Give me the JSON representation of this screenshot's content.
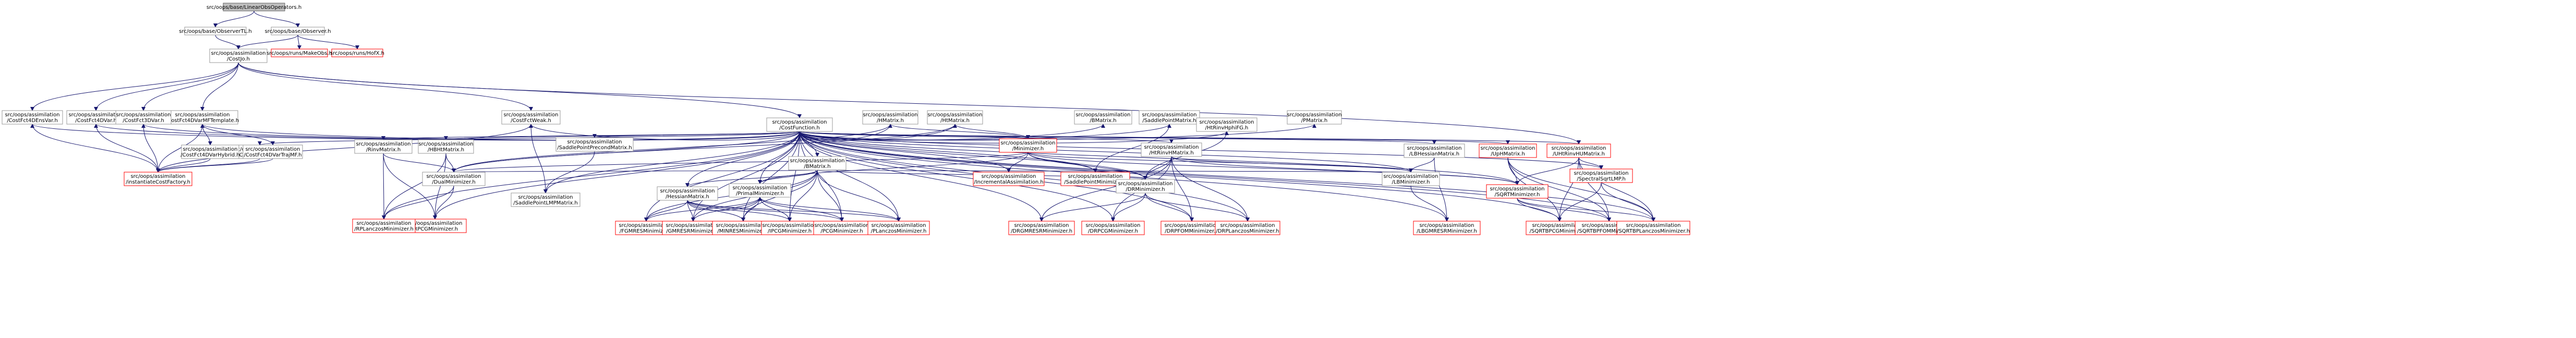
{
  "graph": {
    "colors": {
      "edge": "#191970",
      "node_border": "#999999",
      "node_border_red": "#ff0000",
      "root_fill": "#bfbfbf"
    },
    "nodes": [
      {
        "id": "root",
        "lines": [
          "src/oops/base/LinearObsOperators.h"
        ],
        "style": "root"
      },
      {
        "id": "obsTL",
        "lines": [
          "src/oops/base/ObserverTL.h"
        ],
        "style": "normal"
      },
      {
        "id": "obs",
        "lines": [
          "src/oops/base/Observer.h"
        ],
        "style": "normal"
      },
      {
        "id": "costjo",
        "lines": [
          "src/oops/assimilation",
          "/CostJo.h"
        ],
        "style": "normal"
      },
      {
        "id": "makeobs",
        "lines": [
          "src/oops/runs/MakeObs.h"
        ],
        "style": "red"
      },
      {
        "id": "hofx",
        "lines": [
          "src/oops/runs/HofX.h"
        ],
        "style": "red"
      },
      {
        "id": "costfn",
        "lines": [
          "src/oops/assimilation",
          "/CostFunction.h"
        ],
        "style": "normal"
      },
      {
        "id": "c4dens",
        "lines": [
          "src/oops/assimilation",
          "/CostFct4DEnsVar.h"
        ],
        "style": "normal"
      },
      {
        "id": "c4dvar",
        "lines": [
          "src/oops/assimilation",
          "/CostFct4DVar.h"
        ],
        "style": "normal"
      },
      {
        "id": "c4dvarmf",
        "lines": [
          "src/oops/assimilation",
          "/CostFct4DVarMFTemplate.h"
        ],
        "style": "normal"
      },
      {
        "id": "cfact",
        "lines": [
          "src/oops/assimilation",
          "/CostFctFactory.h"
        ],
        "style": "normal"
      },
      {
        "id": "c3dvar",
        "lines": [
          "src/oops/assimilation",
          "/CostFct3DVar.h"
        ],
        "style": "normal"
      },
      {
        "id": "cfctweak",
        "lines": [
          "src/oops/assimilation",
          "/CostFctWeak.h"
        ],
        "style": "normal"
      },
      {
        "id": "c4dvarhy",
        "lines": [
          "src/oops/assimilation",
          "/CostFct4DVarHybrid.h"
        ],
        "style": "normal"
      },
      {
        "id": "c4dvartraj",
        "lines": [
          "src/oops/assimilation",
          "/CostFct4DVarTrajMF.h"
        ],
        "style": "normal"
      },
      {
        "id": "instcf",
        "lines": [
          "src/oops/assimilation",
          "/instantiateCostFactory.h"
        ],
        "style": "red"
      },
      {
        "id": "rinvmat",
        "lines": [
          "src/oops/assimilation",
          "/RinvMatrix.h"
        ],
        "style": "normal"
      },
      {
        "id": "hbhmat",
        "lines": [
          "src/oops/assimilation",
          "/HBHtMatrix.h"
        ],
        "style": "normal"
      },
      {
        "id": "dualmin",
        "lines": [
          "src/oops/assimilation",
          "/DualMinimizer.h"
        ],
        "style": "normal"
      },
      {
        "id": "rpcg",
        "lines": [
          "src/oops/assimilation",
          "/RPCGMinimizer.h"
        ],
        "style": "red"
      },
      {
        "id": "rplanczos",
        "lines": [
          "src/oops/assimilation",
          "/RPLanczosMinimizer.h"
        ],
        "style": "red"
      },
      {
        "id": "sppmf",
        "lines": [
          "src/oops/assimilation",
          "/SaddlePointPrecondMatrix.h"
        ],
        "style": "normal"
      },
      {
        "id": "spmin",
        "lines": [
          "src/oops/assimilation",
          "/SaddlePointLMPMatrix.h"
        ],
        "style": "normal"
      },
      {
        "id": "hmat",
        "lines": [
          "src/oops/assimilation",
          "/HMatrix.h"
        ],
        "style": "normal"
      },
      {
        "id": "htmat",
        "lines": [
          "src/oops/assimilation",
          "/HtMatrix.h"
        ],
        "style": "normal"
      },
      {
        "id": "bmat",
        "lines": [
          "src/oops/assimilation",
          "/BMatrix.h"
        ],
        "style": "normal"
      },
      {
        "id": "hessmat",
        "lines": [
          "src/oops/assimilation",
          "/HessianMatrix.h"
        ],
        "style": "normal"
      },
      {
        "id": "primalmin",
        "lines": [
          "src/oops/assimilation",
          "/PrimalMinimizer.h"
        ],
        "style": "normal"
      },
      {
        "id": "fgmres",
        "lines": [
          "src/oops/assimilation",
          "/FGMRESMinimizer.h"
        ],
        "style": "red"
      },
      {
        "id": "gmresr",
        "lines": [
          "src/oops/assimilation",
          "/GMRESRMinimizer.h"
        ],
        "style": "red"
      },
      {
        "id": "minres",
        "lines": [
          "src/oops/assimilation",
          "/MINRESMinimizer.h"
        ],
        "style": "red"
      },
      {
        "id": "ipcg",
        "lines": [
          "src/oops/assimilation",
          "/IPCGMinimizer.h"
        ],
        "style": "red"
      },
      {
        "id": "pcg",
        "lines": [
          "src/oops/assimilation",
          "/PCGMinimizer.h"
        ],
        "style": "red"
      },
      {
        "id": "planczos",
        "lines": [
          "src/oops/assimilation",
          "/PLanczosMinimizer.h"
        ],
        "style": "red"
      },
      {
        "id": "minimizer",
        "lines": [
          "src/oops/assimilation",
          "/Minimizer.h"
        ],
        "style": "red"
      },
      {
        "id": "bmat2",
        "lines": [
          "src/oops/assimilation",
          "/BMatrix.h"
        ],
        "style": "normal"
      },
      {
        "id": "incass",
        "lines": [
          "src/oops/assimilation",
          "/IncrementalAssimilation.h"
        ],
        "style": "red"
      },
      {
        "id": "spointmin",
        "lines": [
          "src/oops/assimilation",
          "/SaddlePointMinimizer.h"
        ],
        "style": "red"
      },
      {
        "id": "spmat",
        "lines": [
          "src/oops/assimilation",
          "/SaddlePointMatrix.h"
        ],
        "style": "normal"
      },
      {
        "id": "hthmat",
        "lines": [
          "src/oops/assimilation",
          "/HtRinvHMatrix.h"
        ],
        "style": "normal"
      },
      {
        "id": "drmin",
        "lines": [
          "src/oops/assimilation",
          "/DRMinimizer.h"
        ],
        "style": "normal"
      },
      {
        "id": "hinvmat",
        "lines": [
          "src/oops/assimilation",
          "/HtRinvHphiFG.h"
        ],
        "style": "normal"
      },
      {
        "id": "drgmres",
        "lines": [
          "src/oops/assimilation",
          "/DRGMRESRMinimizer.h"
        ],
        "style": "red"
      },
      {
        "id": "drpcg",
        "lines": [
          "src/oops/assimilation",
          "/DRPCGMinimizer.h"
        ],
        "style": "red"
      },
      {
        "id": "drpfom",
        "lines": [
          "src/oops/assimilation",
          "/DRPFOMMinimizer.h"
        ],
        "style": "red"
      },
      {
        "id": "drplanczos",
        "lines": [
          "src/oops/assimilation",
          "/DRPLanczosMinimizer.h"
        ],
        "style": "red"
      },
      {
        "id": "pmat",
        "lines": [
          "src/oops/assimilation",
          "/PMatrix.h"
        ],
        "style": "normal"
      },
      {
        "id": "lbhess",
        "lines": [
          "src/oops/assimilation",
          "/LBHessianMatrix.h"
        ],
        "style": "normal"
      },
      {
        "id": "lbmin",
        "lines": [
          "src/oops/assimilation",
          "/LBMinimizer.h"
        ],
        "style": "normal"
      },
      {
        "id": "lbgmres",
        "lines": [
          "src/oops/assimilation",
          "/LBGMRESRMinimizer.h"
        ],
        "style": "red"
      },
      {
        "id": "upmat",
        "lines": [
          "src/oops/assimilation",
          "/UpHMatrix.h"
        ],
        "style": "red"
      },
      {
        "id": "sqrtmin",
        "lines": [
          "src/oops/assimilation",
          "/SQRTMinimizer.h"
        ],
        "style": "red"
      },
      {
        "id": "uhmat",
        "lines": [
          "src/oops/assimilation",
          "/UHtRinvHUMatrix.h"
        ],
        "style": "red"
      },
      {
        "id": "specsqrt",
        "lines": [
          "src/oops/assimilation",
          "/SpectralSqrtLMP.h"
        ],
        "style": "red"
      },
      {
        "id": "sqrtpcg",
        "lines": [
          "src/oops/assimilation",
          "/SQRTBPCGMinimizer.h"
        ],
        "style": "red"
      },
      {
        "id": "sqrtpfom",
        "lines": [
          "src/oops/assimilation",
          "/SQRTBPFOMMinimizer.h"
        ],
        "style": "red"
      },
      {
        "id": "sqrtplanczos",
        "lines": [
          "src/oops/assimilation",
          "/SQRTBPLanczosMinimizer.h"
        ],
        "style": "red"
      }
    ],
    "edges": [
      [
        "root",
        "obsTL"
      ],
      [
        "root",
        "obs"
      ],
      [
        "obsTL",
        "costjo"
      ],
      [
        "obs",
        "costjo"
      ],
      [
        "obs",
        "makeobs"
      ],
      [
        "obs",
        "hofx"
      ],
      [
        "costjo",
        "costfn"
      ],
      [
        "costjo",
        "c4dens"
      ],
      [
        "costjo",
        "c4dvar"
      ],
      [
        "costjo",
        "c3dvar"
      ],
      [
        "costjo",
        "c4dvarmf"
      ],
      [
        "costjo",
        "cfctweak"
      ],
      [
        "costjo",
        "uhmat"
      ],
      [
        "costfn",
        "c4dens"
      ],
      [
        "costfn",
        "c4dvar"
      ],
      [
        "costfn",
        "c4dvarmf"
      ],
      [
        "costfn",
        "cfact"
      ],
      [
        "costfn",
        "c3dvar"
      ],
      [
        "costfn",
        "cfctweak"
      ],
      [
        "costfn",
        "rinvmat"
      ],
      [
        "costfn",
        "hbhmat"
      ],
      [
        "costfn",
        "dualmin"
      ],
      [
        "costfn",
        "sppmf"
      ],
      [
        "costfn",
        "spmin"
      ],
      [
        "costfn",
        "hmat"
      ],
      [
        "costfn",
        "htmat"
      ],
      [
        "costfn",
        "bmat"
      ],
      [
        "costfn",
        "minimizer"
      ],
      [
        "costfn",
        "bmat2"
      ],
      [
        "costfn",
        "spmat"
      ],
      [
        "costfn",
        "hthmat"
      ],
      [
        "costfn",
        "drmin"
      ],
      [
        "costfn",
        "hinvmat"
      ],
      [
        "costfn",
        "pmat"
      ],
      [
        "costfn",
        "lbhess"
      ],
      [
        "costfn",
        "lbmin"
      ],
      [
        "costfn",
        "upmat"
      ],
      [
        "costfn",
        "uhmat"
      ],
      [
        "costfn",
        "specsqrt"
      ],
      [
        "costfn",
        "sqrtmin"
      ],
      [
        "costfn",
        "primalmin"
      ],
      [
        "costfn",
        "hessmat"
      ],
      [
        "costfn",
        "incass"
      ],
      [
        "costfn",
        "fgmres"
      ],
      [
        "costfn",
        "gmresr"
      ],
      [
        "costfn",
        "minres"
      ],
      [
        "costfn",
        "ipcg"
      ],
      [
        "costfn",
        "pcg"
      ],
      [
        "costfn",
        "planczos"
      ],
      [
        "costfn",
        "rpcg"
      ],
      [
        "costfn",
        "rplanczos"
      ],
      [
        "costfn",
        "drgmres"
      ],
      [
        "costfn",
        "drpcg"
      ],
      [
        "costfn",
        "drpfom"
      ],
      [
        "costfn",
        "drplanczos"
      ],
      [
        "costfn",
        "lbgmres"
      ],
      [
        "costfn",
        "sqrtpcg"
      ],
      [
        "costfn",
        "sqrtpfom"
      ],
      [
        "costfn",
        "sqrtplanczos"
      ],
      [
        "costfn",
        "spointmin"
      ],
      [
        "c4dens",
        "instcf"
      ],
      [
        "c4dvar",
        "instcf"
      ],
      [
        "c4dvarmf",
        "c4dvarhy"
      ],
      [
        "c4dvarmf",
        "c4dvartraj"
      ],
      [
        "c4dvarmf",
        "instcf"
      ],
      [
        "c3dvar",
        "instcf"
      ],
      [
        "cfctweak",
        "instcf"
      ],
      [
        "c4dvarhy",
        "instcf"
      ],
      [
        "c4dvartraj",
        "instcf"
      ],
      [
        "cfact",
        "instcf"
      ],
      [
        "cfctweak",
        "spmin"
      ],
      [
        "rinvmat",
        "dualmin"
      ],
      [
        "rinvmat",
        "rpcg"
      ],
      [
        "rinvmat",
        "rplanczos"
      ],
      [
        "hbhmat",
        "dualmin"
      ],
      [
        "hbhmat",
        "rpcg"
      ],
      [
        "hbhmat",
        "rplanczos"
      ],
      [
        "dualmin",
        "rpcg"
      ],
      [
        "dualmin",
        "rplanczos"
      ],
      [
        "sppmf",
        "spmin"
      ],
      [
        "hmat",
        "minimizer"
      ],
      [
        "hmat",
        "dualmin"
      ],
      [
        "htmat",
        "minimizer"
      ],
      [
        "htmat",
        "dualmin"
      ],
      [
        "minimizer",
        "incass"
      ],
      [
        "minimizer",
        "spointmin"
      ],
      [
        "minimizer",
        "primalmin"
      ],
      [
        "minimizer",
        "dualmin"
      ],
      [
        "minimizer",
        "drmin"
      ],
      [
        "minimizer",
        "lbmin"
      ],
      [
        "minimizer",
        "sqrtmin"
      ],
      [
        "bmat",
        "hessmat"
      ],
      [
        "bmat",
        "primalmin"
      ],
      [
        "bmat",
        "drmin"
      ],
      [
        "bmat",
        "lbmin"
      ],
      [
        "bmat",
        "dualmin"
      ],
      [
        "bmat",
        "fgmres"
      ],
      [
        "bmat",
        "gmresr"
      ],
      [
        "bmat",
        "minres"
      ],
      [
        "bmat",
        "ipcg"
      ],
      [
        "bmat",
        "pcg"
      ],
      [
        "bmat",
        "planczos"
      ],
      [
        "hessmat",
        "primalmin"
      ],
      [
        "hessmat",
        "fgmres"
      ],
      [
        "hessmat",
        "gmresr"
      ],
      [
        "hessmat",
        "minres"
      ],
      [
        "hessmat",
        "ipcg"
      ],
      [
        "hessmat",
        "pcg"
      ],
      [
        "hessmat",
        "planczos"
      ],
      [
        "primalmin",
        "fgmres"
      ],
      [
        "primalmin",
        "gmresr"
      ],
      [
        "primalmin",
        "minres"
      ],
      [
        "primalmin",
        "ipcg"
      ],
      [
        "primalmin",
        "pcg"
      ],
      [
        "primalmin",
        "planczos"
      ],
      [
        "spmat",
        "spointmin"
      ],
      [
        "hthmat",
        "drmin"
      ],
      [
        "hthmat",
        "lbmin"
      ],
      [
        "hthmat",
        "sqrtmin"
      ],
      [
        "hthmat",
        "drgmres"
      ],
      [
        "hthmat",
        "drpcg"
      ],
      [
        "hthmat",
        "drpfom"
      ],
      [
        "hthmat",
        "drplanczos"
      ],
      [
        "hinvmat",
        "drmin"
      ],
      [
        "drmin",
        "drgmres"
      ],
      [
        "drmin",
        "drpcg"
      ],
      [
        "drmin",
        "drpfom"
      ],
      [
        "drmin",
        "drplanczos"
      ],
      [
        "lbhess",
        "lbmin"
      ],
      [
        "lbhess",
        "lbgmres"
      ],
      [
        "lbmin",
        "lbgmres"
      ],
      [
        "upmat",
        "sqrtmin"
      ],
      [
        "upmat",
        "sqrtpcg"
      ],
      [
        "upmat",
        "sqrtpfom"
      ],
      [
        "upmat",
        "sqrtplanczos"
      ],
      [
        "uhmat",
        "sqrtmin"
      ],
      [
        "uhmat",
        "sqrtpcg"
      ],
      [
        "uhmat",
        "sqrtpfom"
      ],
      [
        "uhmat",
        "sqrtplanczos"
      ],
      [
        "uhmat",
        "specsqrt"
      ],
      [
        "sqrtmin",
        "sqrtpcg"
      ],
      [
        "sqrtmin",
        "sqrtpfom"
      ],
      [
        "sqrtmin",
        "sqrtplanczos"
      ],
      [
        "specsqrt",
        "sqrtpcg"
      ],
      [
        "specsqrt",
        "sqrtplanczos"
      ]
    ]
  }
}
